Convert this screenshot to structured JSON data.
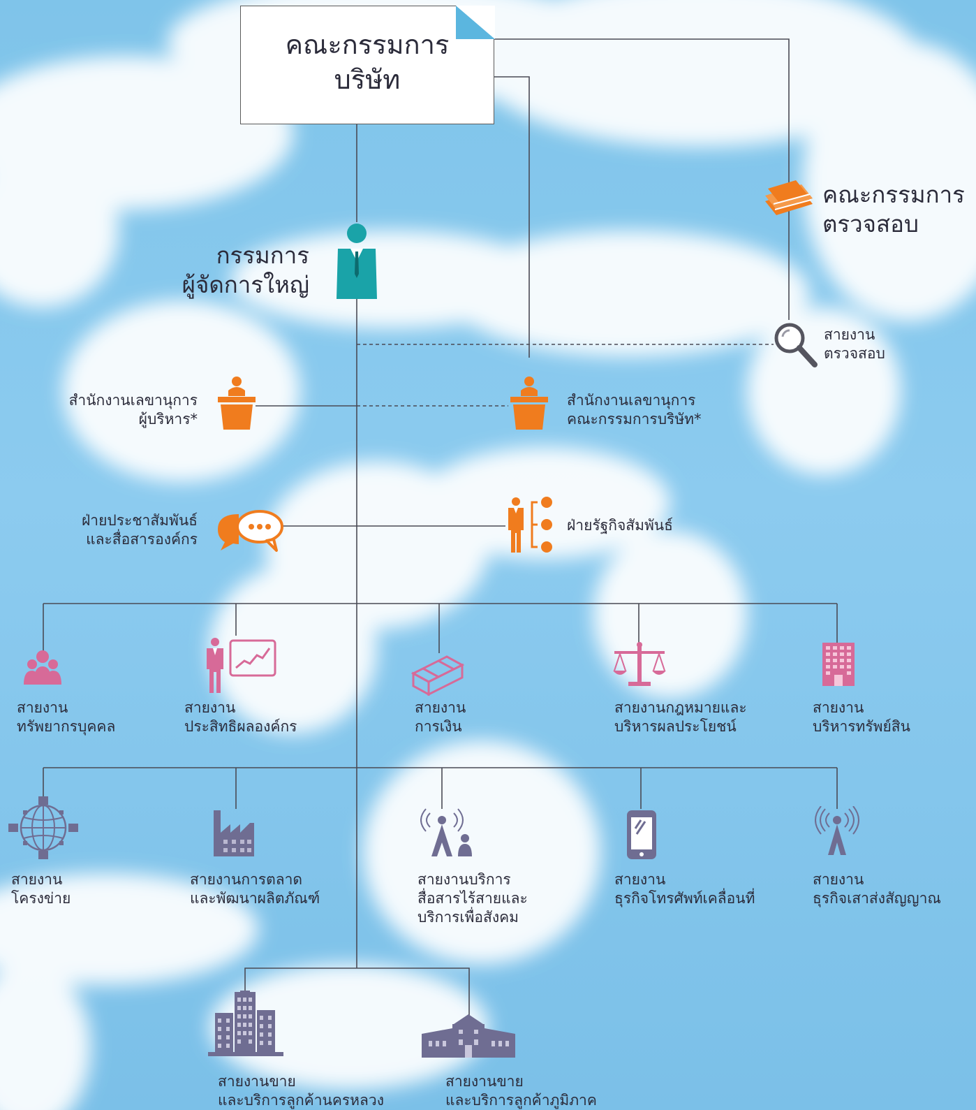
{
  "board": {
    "line1": "คณะกรรมการ",
    "line2": "บริษัท"
  },
  "president": {
    "line1": "กรรมการ",
    "line2": "ผู้จัดการใหญ่"
  },
  "audit_committee": {
    "line1": "คณะกรรมการ",
    "line2": "ตรวจสอบ"
  },
  "audit_division": {
    "line1": "สายงาน",
    "line2": "ตรวจสอบ"
  },
  "exec_secretary": {
    "line1": "สำนักงานเลขานุการ",
    "line2": "ผู้บริหาร*"
  },
  "board_secretary": {
    "line1": "สำนักงานเลขานุการ",
    "line2": "คณะกรรมการบริษัท*"
  },
  "pr_dept": {
    "line1": "ฝ่ายประชาสัมพันธ์",
    "line2": "และสื่อสารองค์กร"
  },
  "gov_relations": {
    "line1": "ฝ่ายรัฐกิจสัมพันธ์"
  },
  "row1": [
    {
      "line1": "สายงาน",
      "line2": "ทรัพยากรบุคคล",
      "icon": "people-group-icon"
    },
    {
      "line1": "สายงาน",
      "line2": "ประสิทธิผลองค์กร",
      "icon": "presentation-chart-icon"
    },
    {
      "line1": "สายงาน",
      "line2": "การเงิน",
      "icon": "money-stack-icon"
    },
    {
      "line1": "สายงานกฎหมายและ",
      "line2": "บริหารผลประโยชน์",
      "icon": "scales-icon"
    },
    {
      "line1": "สายงาน",
      "line2": "บริหารทรัพย์สิน",
      "icon": "building-icon"
    }
  ],
  "row2": [
    {
      "line1": "สายงาน",
      "line2": "โครงข่าย",
      "icon": "network-globe-icon"
    },
    {
      "line1": "สายงานการตลาด",
      "line2": "และพัฒนาผลิตภัณฑ์",
      "icon": "factory-icon"
    },
    {
      "line1": "สายงานบริการ",
      "line2": "สื่อสารไร้สายและ",
      "line3": "บริการเพื่อสังคม",
      "icon": "tower-people-icon"
    },
    {
      "line1": "สายงาน",
      "line2": "ธุรกิจโทรศัพท์เคลื่อนที่",
      "icon": "mobile-phone-icon"
    },
    {
      "line1": "สายงาน",
      "line2": "ธุรกิจเสาส่งสัญญาณ",
      "icon": "signal-tower-icon"
    }
  ],
  "row3": [
    {
      "line1": "สายงานขาย",
      "line2": "และบริการลูกค้านครหลวง",
      "icon": "city-buildings-icon"
    },
    {
      "line1": "สายงานขาย",
      "line2": "และบริการลูกค้าภูมิภาค",
      "icon": "house-office-icon"
    }
  ],
  "colors": {
    "orange": "#f07c1e",
    "teal": "#1aa3a8",
    "pink": "#d76a98",
    "purple": "#6f6d92",
    "line": "#4a4a55"
  }
}
